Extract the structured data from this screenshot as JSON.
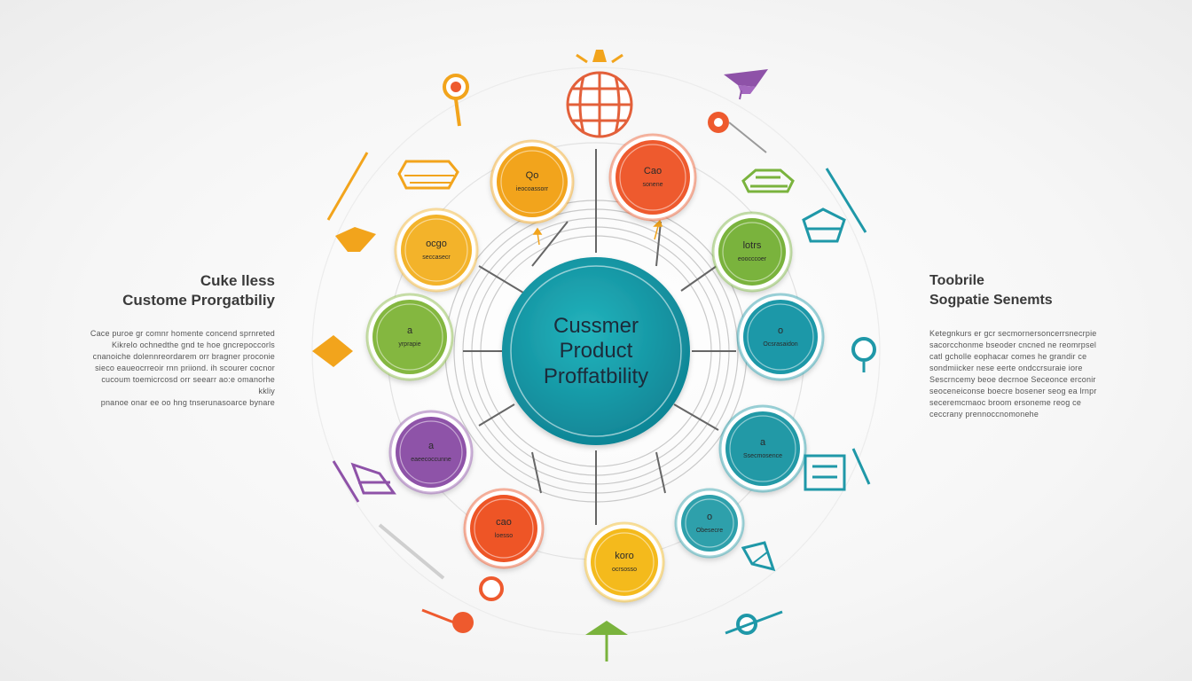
{
  "center": {
    "line1": "Cussmer",
    "line2": "Product",
    "line3": "Proffatbility",
    "color": "#139aa6"
  },
  "left_panel": {
    "title_line1": "Cuke lless",
    "title_line2": "Custome Prorgatbiliy",
    "body_lines": [
      "Cace puroe gr comnr homente concend sprnreted",
      "Kikrelo ochnedthe gnd te hoe gncrepoccorls",
      "cnanoiche dolennreordarem orr bragner proconie",
      "sieco eaueocrreoir rnn priiond. ih scourer cocnor",
      "cucoum toemicrcosd orr seearr ao:e omanorhe kkliy",
      "pnanoe onar ee oo hng tnserunasoarce bynare"
    ]
  },
  "right_panel": {
    "title_line1": "Toobrile",
    "title_line2": "Sogpatie Senemts",
    "body_lines": [
      "Ketegnkurs er gcr secmornersoncerrsnecrpie",
      "sacorcchonme bseoder cncned ne reomrpsel",
      "catl gcholle eophacar comes he grandir ce",
      "sondmiicker nese eerte ondccrsuraie iore",
      "Sescrncemy beoe decrnoe Seceonce erconir",
      "seoceneiconse boecre bosener seog ea lrnpr",
      "seceremcmaoc broom ersoneme reog ce",
      "ceccrany prennoccnomonehe"
    ]
  },
  "nodes": [
    {
      "name": "node-top-left-orange",
      "color": "#f2a41c",
      "title": "Qo",
      "sub": "ieocoassorr"
    },
    {
      "name": "node-top-right-red",
      "color": "#ee5a2e",
      "title": "Cao",
      "sub": "sonene"
    },
    {
      "name": "node-upper-left-yellow",
      "color": "#f3b32b",
      "title": "ocgo",
      "sub": "seccasecr"
    },
    {
      "name": "node-upper-right-green",
      "color": "#7ab33d",
      "title": "lotrs",
      "sub": "eoocccoer"
    },
    {
      "name": "node-left-green",
      "color": "#84b73f",
      "title": "a",
      "sub": "yrprapie"
    },
    {
      "name": "node-right-teal",
      "color": "#1f98a8",
      "title": "o",
      "sub": "Ocsrasaidon"
    },
    {
      "name": "node-lower-left-purple",
      "color": "#8e52a8",
      "title": "a",
      "sub": "eaeecoccunne"
    },
    {
      "name": "node-lower-right-teal",
      "color": "#2099a6",
      "title": "a",
      "sub": "Ssecmosence"
    },
    {
      "name": "node-bottom-left-red",
      "color": "#ee5428",
      "title": "cao",
      "sub": "loesso"
    },
    {
      "name": "node-bottom-teal",
      "color": "#2ea0ab",
      "title": "o",
      "sub": "Obesecre"
    },
    {
      "name": "node-bottom-yellow",
      "color": "#f4ba1f",
      "title": "koro",
      "sub": "ocrsosso"
    }
  ],
  "colors": {
    "orange": "#f2a41c",
    "red": "#ee5a2e",
    "green": "#7ab33d",
    "teal": "#1f98a8",
    "purple": "#8e52a8",
    "line": "#9a9a9a"
  },
  "icons": [
    "globe-icon",
    "lightbulb-icon",
    "graduation-cap-icon",
    "target-icon",
    "ladder-icon",
    "box-icon",
    "toolbox-icon",
    "mailbox-icon",
    "location-pin-icon",
    "diamond-icon",
    "stack-icon",
    "checklist-icon",
    "paper-plane-icon",
    "tent-icon",
    "satellite-icon",
    "magnifier-icon",
    "pencil-icon"
  ]
}
